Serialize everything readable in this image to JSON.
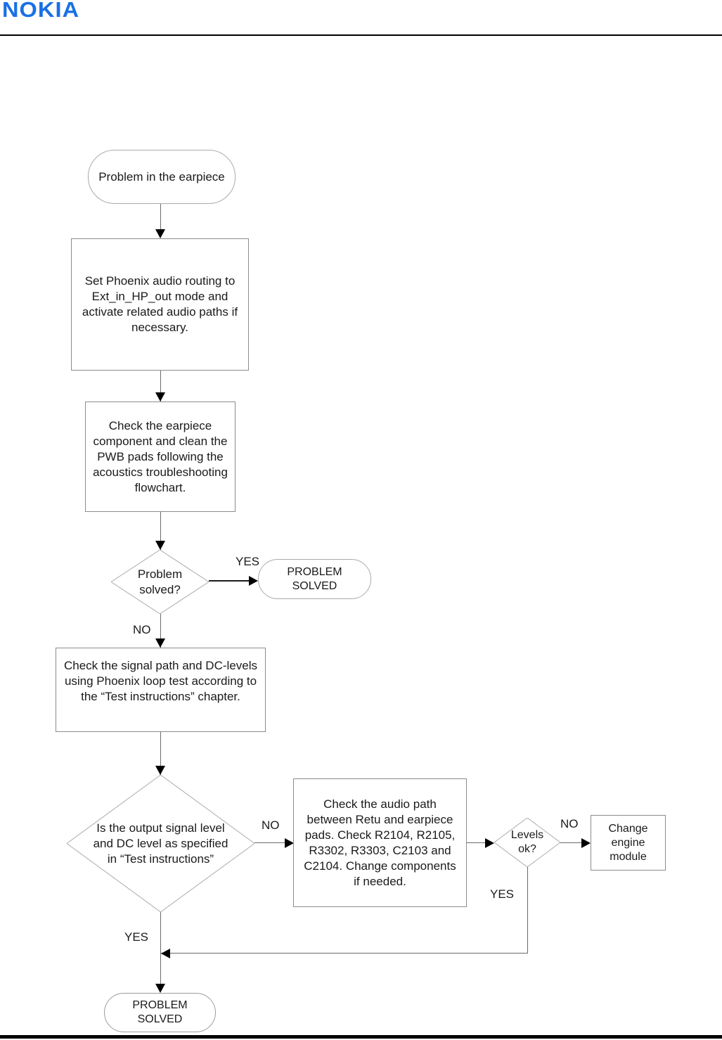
{
  "header": {
    "logo": "NOKIA"
  },
  "flowchart": {
    "title_context": "Earpiece troubleshooting flowchart",
    "start": {
      "text": "Problem in the earpiece"
    },
    "set_phoenix_box": {
      "text": "Set Phoenix audio routing to Ext_in_HP_out mode and activate related audio paths if necessary."
    },
    "check_earpiece_box": {
      "text": "Check the earpiece component and clean the PWB pads following the acoustics troubleshooting flowchart."
    },
    "problem_solved_decision": {
      "text": "Problem\nsolved?"
    },
    "problem_solved_terminal_right": {
      "text": "PROBLEM\nSOLVED"
    },
    "check_signal_box": {
      "text": "Check the signal path and DC-levels using Phoenix loop test according to the “Test instructions” chapter."
    },
    "output_level_decision": {
      "text": "Is the output signal level and DC level as specified in “Test instructions”"
    },
    "check_audio_path_box": {
      "text": "Check the audio path between Retu and earpiece pads. Check R2104, R2105, R3302, R3303, C2103 and C2104. Change components if needed."
    },
    "levels_ok_decision": {
      "text": "Levels\nok?"
    },
    "change_engine_box": {
      "text": "Change\nengine\nmodule"
    },
    "problem_solved_terminal_bottom": {
      "text": "PROBLEM\nSOLVED"
    },
    "labels": {
      "yes_problem_solved": "YES",
      "no_problem_solved": "NO",
      "no_output_level": "NO",
      "no_levels_ok": "NO",
      "yes_levels_ok": "YES",
      "yes_output_level": "YES"
    }
  },
  "colors": {
    "logo_blue": "#1a70e4",
    "box_border": "#8c8c8c",
    "diamond_border": "#ababab",
    "connector": "#6a6a6a",
    "arrowhead": "#000000",
    "rule": "#000000"
  }
}
